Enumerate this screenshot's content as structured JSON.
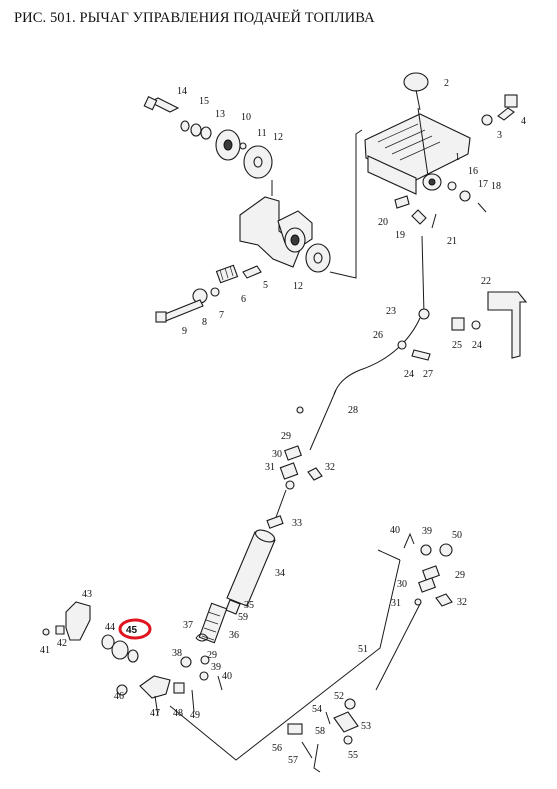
{
  "title": "РИС. 501. РЫЧАГ УПРАВЛЕНИЯ ПОДАЧЕЙ ТОПЛИВА",
  "highlight": {
    "label": "45",
    "color": "#e0141e"
  },
  "callouts": [
    "1",
    "2",
    "3",
    "4",
    "5",
    "6",
    "7",
    "8",
    "9",
    "10",
    "11",
    "12",
    "12",
    "13",
    "14",
    "15",
    "16",
    "17",
    "18",
    "19",
    "20",
    "21",
    "22",
    "23",
    "24",
    "24",
    "25",
    "26",
    "27",
    "28",
    "29",
    "29",
    "29",
    "30",
    "30",
    "31",
    "31",
    "32",
    "32",
    "33",
    "34",
    "35",
    "36",
    "37",
    "38",
    "39",
    "39",
    "40",
    "40",
    "41",
    "42",
    "43",
    "44",
    "46",
    "47",
    "48",
    "49",
    "50",
    "51",
    "52",
    "53",
    "54",
    "55",
    "56",
    "57",
    "58",
    "59"
  ]
}
